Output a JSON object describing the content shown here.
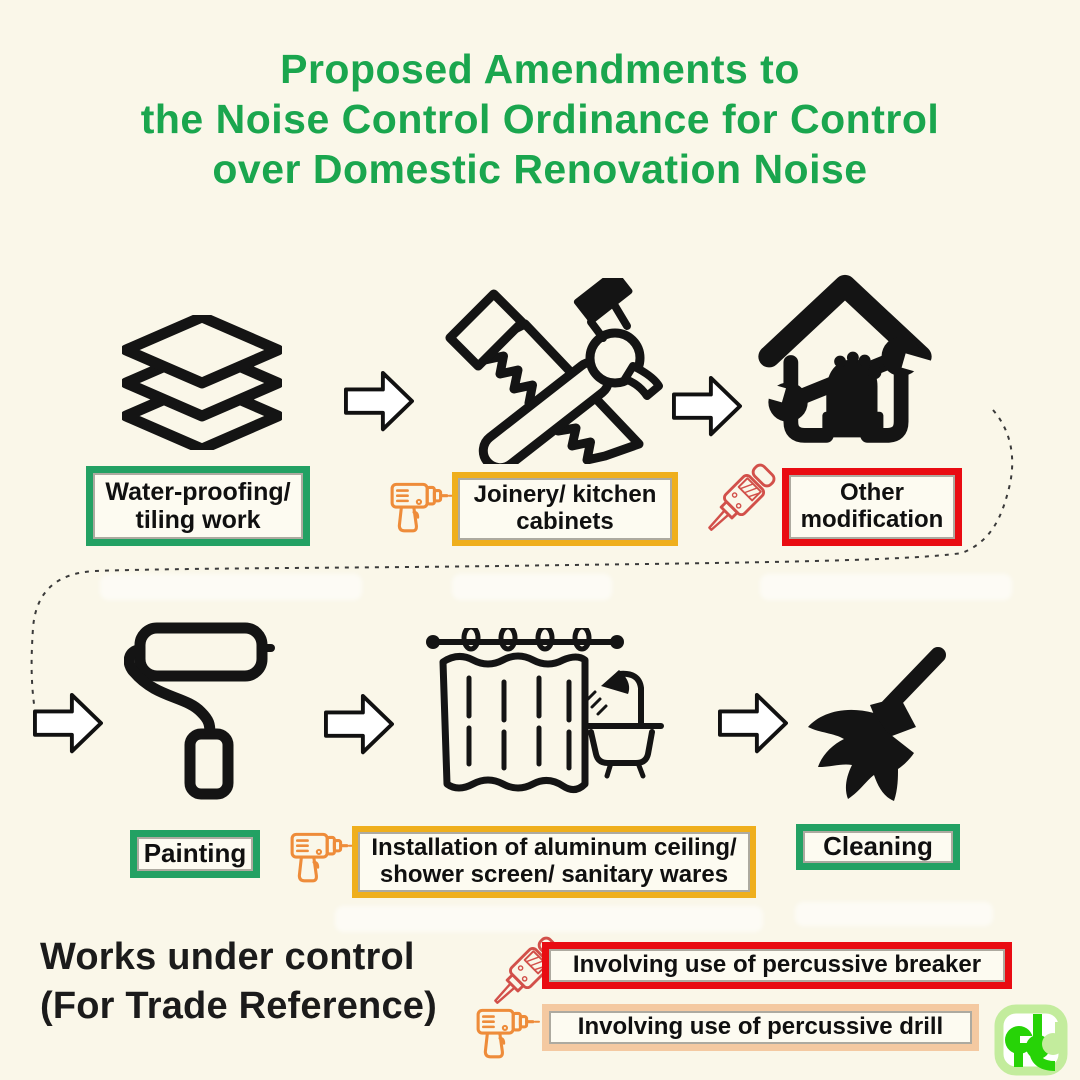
{
  "title": {
    "line1": "Proposed Amendments to",
    "line2": "the Noise Control Ordinance for Control",
    "line3": "over Domestic Renovation Noise"
  },
  "steps": {
    "waterproofing": "Water-proofing/\ntiling work",
    "joinery": "Joinery/ kitchen\ncabinets",
    "other": "Other\nmodification",
    "painting": "Painting",
    "installation": "Installation of aluminum ceiling/\nshower screen/ sanitary wares",
    "cleaning": "Cleaning"
  },
  "legend": {
    "breaker": "Involving use of percussive breaker",
    "drill": "Involving use of percussive drill"
  },
  "footer": {
    "line1": "Works under control",
    "line2": "(For Trade Reference)"
  },
  "icons": {
    "tiles": "layers-icon",
    "joinery": "saw-and-screwdriver-icon",
    "modification": "house-wrench-icon",
    "painting": "paint-roller-icon",
    "bathroom": "shower-bathtub-icon",
    "cleaning": "broom-icon",
    "drill": "percussive-drill-icon",
    "breaker": "percussive-breaker-icon",
    "arrow": "flow-arrow-icon",
    "logo": "epd-logo"
  },
  "colors": {
    "background": "#faf7e9",
    "box_bg": "#fdfbf1",
    "title_green": "#1aa64e",
    "green": "#23a163",
    "yellow": "#efaf1d",
    "red": "#e90c12",
    "peach": "#f4c9a1",
    "orange": "#ee8c3a",
    "breaker_red": "#d2504a",
    "ink": "#151515",
    "logo_light": "#c3ec9d",
    "logo_bright": "#27d307"
  }
}
